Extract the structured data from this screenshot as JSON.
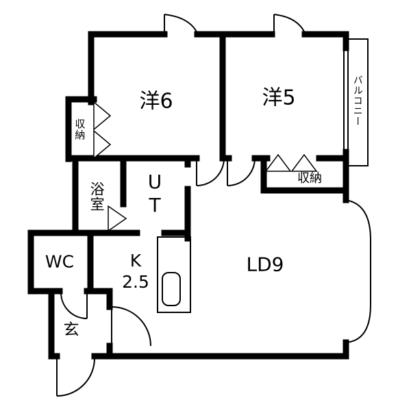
{
  "plan": {
    "title": "apartment-floorplan",
    "colors": {
      "wall": "#000000",
      "background": "#ffffff"
    },
    "rooms": {
      "bedroom6": {
        "label": "洋6"
      },
      "bedroom5": {
        "label": "洋5"
      },
      "balcony": {
        "label": "バルコニー"
      },
      "closet_west": {
        "label": "収納"
      },
      "bath": {
        "label": "浴室"
      },
      "utility": {
        "label": "UT"
      },
      "closet_bedroom5": {
        "label": "収納"
      },
      "wc": {
        "label": "WC"
      },
      "kitchen": {
        "label": "K\n2.5"
      },
      "living_dining": {
        "label": "LD9"
      },
      "entrance": {
        "label": "玄"
      }
    }
  }
}
